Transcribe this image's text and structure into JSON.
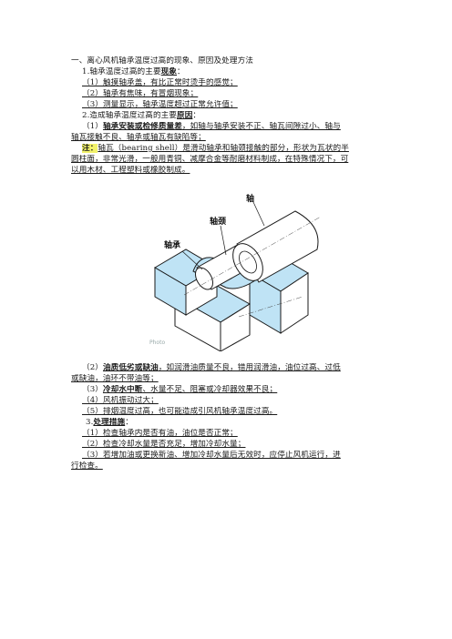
{
  "doc": {
    "heading": "一、离心风机轴承温度过高的现象、原因及处理方法",
    "s1_prefix": "1.轴承温度过高的主要",
    "s1_key": "现象",
    "s1_suffix": "：",
    "s1_items": [
      "（1）触摸轴承盖，有比正常时烫手的感觉；",
      "（2）轴承有焦味，有冒烟现象；",
      "（3）测量显示，轴承温度超过正常允许值；"
    ],
    "s2_prefix": "2.造成轴承温度过高的主要",
    "s2_key": "原因",
    "s2_suffix": "：",
    "c1_num": "（1）",
    "c1_key": "轴承安装或检修质量差",
    "c1_line1": "，如轴与轴承安装不正、轴瓦间隙过小、轴与",
    "c1_line2": "轴瓦接触不良、轴承或轴瓦有缺陷等；",
    "note_key": "注：",
    "note_line1": "轴瓦（bearing shell）是滑动轴承和轴颈接触的部分，形状为瓦状的半",
    "note_line2": "圆柱面，非常光滑，一般用青铜、减摩合金等耐磨材料制成，在特殊情况下，可",
    "note_line3": "以用木材、工程塑料或橡胶制成。",
    "c2_num": "（2）",
    "c2_key": "油质低劣或缺油",
    "c2_line1": "，如润滑油质量不良，错用润滑油，油位过高、过低",
    "c2_line2": "或缺油，油环不带油等；",
    "c3_num": "（3）",
    "c3_key": "冷却水中断",
    "c3_rest": "、水量不足、阻塞或冷却器效果不良；",
    "c4": "（4）风机振动过大；",
    "c5": "（5）排烟温度过高，也可能造成引风机轴承温度过高。",
    "s3_prefix": "3.",
    "s3_key": "处理措施",
    "s3_suffix": "：",
    "s3_items": [
      "（1）检查轴承内是否有油，油位是否正常；",
      "（2）检查冷却水量是否充足，增加冷却水量；"
    ],
    "s3_item3_line1": "（3）若增加油或更换新油、增加冷却水量后无效时，应停止风机运行，进",
    "s3_item3_line2": "行检查。"
  },
  "figure": {
    "label_shaft": "轴",
    "label_journal": "轴颈",
    "label_bearing": "轴承",
    "watermark": "Photo",
    "colors": {
      "fill_blue": "#bfe3f5",
      "fill_white": "#ffffff",
      "stroke": "#1a1a1a"
    }
  }
}
